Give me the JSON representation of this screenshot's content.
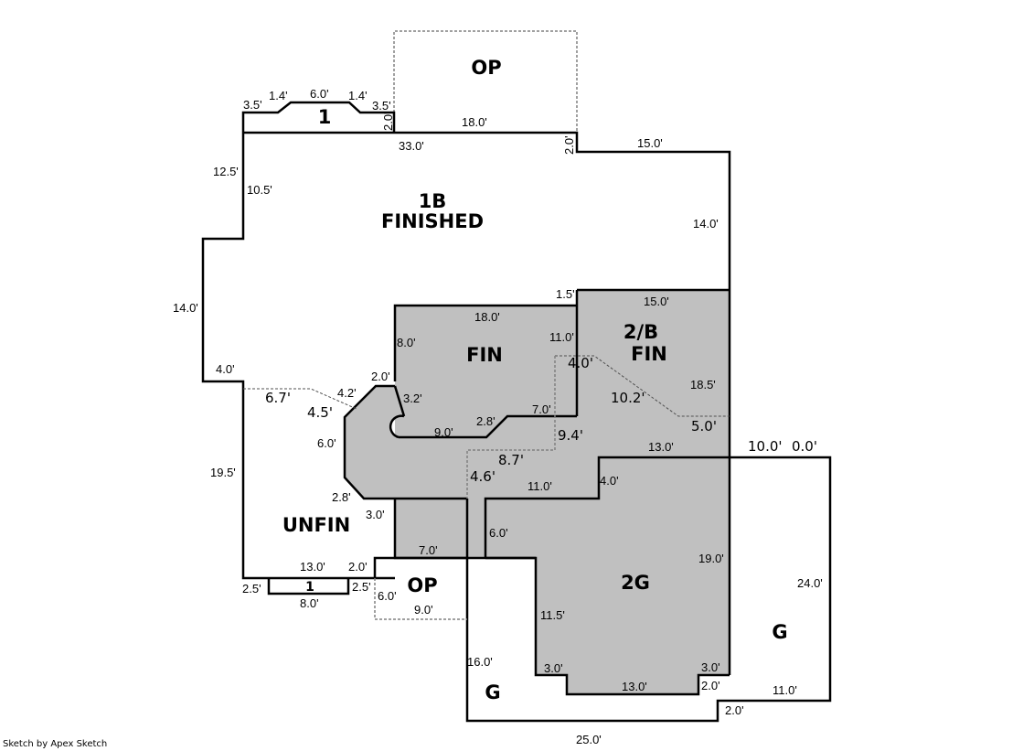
{
  "credit": "Sketch by Apex Sketch",
  "areas": {
    "op_top": "OP",
    "stoop_top": "1",
    "basement_1b_line1": "1B",
    "basement_1b_line2": "FINISHED",
    "fin": "FIN",
    "second_b_line1": "2/B",
    "second_b_line2": "FIN",
    "unfin": "UNFIN",
    "stoop_bottom": "1",
    "op_bottom": "OP",
    "garage_2g": "2G",
    "garage_left": "G",
    "garage_right": "G"
  },
  "dimensions": {
    "top_stoop_left": "3.5'",
    "top_stoop_bevel_left": "1.4'",
    "top_stoop_top": "6.0'",
    "top_stoop_bevel_right": "1.4'",
    "top_stoop_right": "3.5'",
    "top_stoop_depth": "2.0'",
    "op_top_width": "18.0'",
    "main_top": "33.0'",
    "right_step": "2.0'",
    "right_top": "15.0'",
    "left_upper_outer": "12.5'",
    "left_upper_inner": "10.5'",
    "right_wall": "14.0'",
    "left_mid": "14.0'",
    "left_jog": "4.0'",
    "step_1_5": "1.5'",
    "second_b_top": "15.0'",
    "fin_top": "18.0'",
    "fin_left": "8.0'",
    "fin_right": "11.0'",
    "second_b_inner": "4.0'",
    "second_b_diag": "10.2'",
    "second_b_right": "18.5'",
    "second_b_bottom": "5.0'",
    "unfin_dash_top": "6.7'",
    "unfin_dash_diag": "4.5'",
    "fin_diag_upper": "4.2'",
    "fin_notch_top": "2.0'",
    "fin_notch_diag": "3.2'",
    "fin_bottom": "9.0'",
    "fin_diag_small": "2.8'",
    "fin_step": "7.0'",
    "dash_vertical": "9.4'",
    "dash_horizontal": "8.7'",
    "dash_short": "4.6'",
    "left_lower": "19.5'",
    "chamfer_side": "6.0'",
    "chamfer_lower": "2.8'",
    "unfin_step": "3.0'",
    "garage_top": "13.0'",
    "garage_notch": "4.0'",
    "garage_step": "11.0'",
    "garage_inner_left": "6.0'",
    "bottom_step": "7.0'",
    "garage_right_wall": "19.0'",
    "right_garage_top_a": "10.0'",
    "right_garage_top_b": "0.0'",
    "right_garage_side": "24.0'",
    "unfin_bottom": "13.0'",
    "unfin_bottom_step": "2.0'",
    "stoop_left": "2.5'",
    "stoop_right": "2.5'",
    "stoop_bottom": "8.0'",
    "op_bottom_side": "6.0'",
    "op_bottom_width": "9.0'",
    "garage_inner_side": "11.5'",
    "left_garage_side": "16.0'",
    "garage_bottom_left_step": "3.0'",
    "garage_bottom_right_step": "3.0'",
    "garage_bottom": "13.0'",
    "garage_bottom_step_right": "2.0'",
    "right_garage_bottom": "11.0'",
    "right_garage_step": "2.0'",
    "overall_bottom": "25.0'"
  }
}
